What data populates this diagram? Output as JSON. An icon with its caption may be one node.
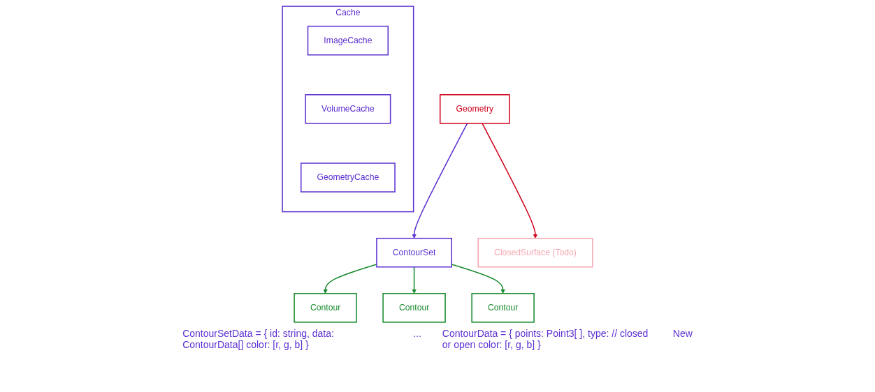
{
  "diagram": {
    "nodes": [
      {
        "text": [
          "Geometry"
        ]
      },
      {
        "text": [
          "ContourSet"
        ]
      },
      {
        "text": [
          "ClosedSurface (Todo)"
        ]
      },
      {
        "text": [
          "Contour"
        ]
      },
      {
        "text": [
          "Contour"
        ]
      },
      {
        "text": [
          "Contour"
        ]
      },
      {
        "text": [
          "Cache"
        ]
      },
      {
        "text": [
          "ImageCache"
        ],
        "in": 6
      },
      {
        "text": [
          "VolumeCache"
        ],
        "in": 6
      },
      {
        "text": [
          "GeometryCache"
        ],
        "in": 6
      }
    ],
    "edges": [
      {
        "from": 0,
        "to": 1,
        "arrow": "to",
        "color": "#5b2fd1"
      },
      {
        "from": 0,
        "to": 2,
        "arrow": "to",
        "color": "#d0021b"
      },
      {
        "from": 1,
        "to": 3,
        "arrow": "to",
        "color": "#178a2c"
      },
      {
        "from": 1,
        "to": 4,
        "arrow": "to",
        "color": "#178a2c"
      },
      {
        "from": 1,
        "to": 5,
        "arrow": "to",
        "color": "#178a2c"
      }
    ],
    "labels": [
      "ContourSetData = { id: string, data: ContourData[] color: [r, g, b] }",
      "...",
      "ContourData = { points: Point3[ ], type: // closed or open color: [r, g, b] }",
      "New"
    ]
  }
}
